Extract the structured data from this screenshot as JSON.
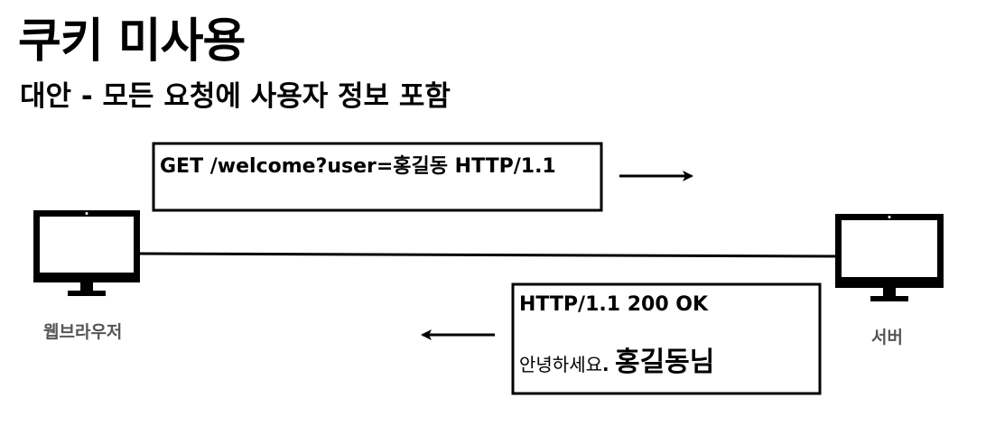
{
  "title": "쿠키 미사용",
  "subtitle": "대안 - 모든 요청에 사용자 정보 포함",
  "client": {
    "label": "웹브라우저",
    "icon": "monitor-icon"
  },
  "server": {
    "label": "서버",
    "icon": "monitor-icon"
  },
  "request": {
    "line": "GET /welcome?user=홍길동 HTTP/1.1"
  },
  "response": {
    "status_line": "HTTP/1.1 200 OK",
    "greeting_prefix": "안녕하세요",
    "greeting_dot": ".",
    "greeting_name": "홍길동님"
  },
  "colors": {
    "ink": "#000000",
    "label_gray": "#555555",
    "background": "#ffffff"
  }
}
